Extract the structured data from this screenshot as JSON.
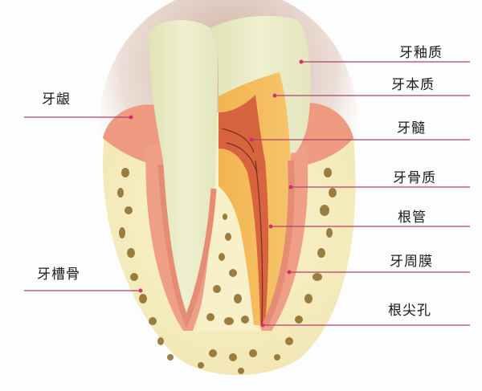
{
  "diagram": {
    "subject": "tooth cross-section anatomy",
    "line_color": "#b0406a",
    "dot_color": "#d6306a",
    "colors": {
      "enamel": "#e9ecc8",
      "dentin": "#f1b04a",
      "pulp": "#d9603e",
      "gum": "#ee9a80",
      "cementum_pdl": "#f0a48e",
      "bone": "#f6efc3",
      "bone_pores": "#8a6a2a"
    }
  },
  "labels": {
    "left": [
      {
        "id": "gingiva",
        "text": "牙龈"
      },
      {
        "id": "alveolar_bone",
        "text": "牙槽骨"
      }
    ],
    "right": [
      {
        "id": "enamel",
        "text": "牙釉质"
      },
      {
        "id": "dentin",
        "text": "牙本质"
      },
      {
        "id": "pulp",
        "text": "牙髓"
      },
      {
        "id": "cementum",
        "text": "牙骨质"
      },
      {
        "id": "root_canal",
        "text": "根管"
      },
      {
        "id": "periodontal_membrane",
        "text": "牙周膜"
      },
      {
        "id": "apical_foramen",
        "text": "根尖孔"
      }
    ]
  }
}
